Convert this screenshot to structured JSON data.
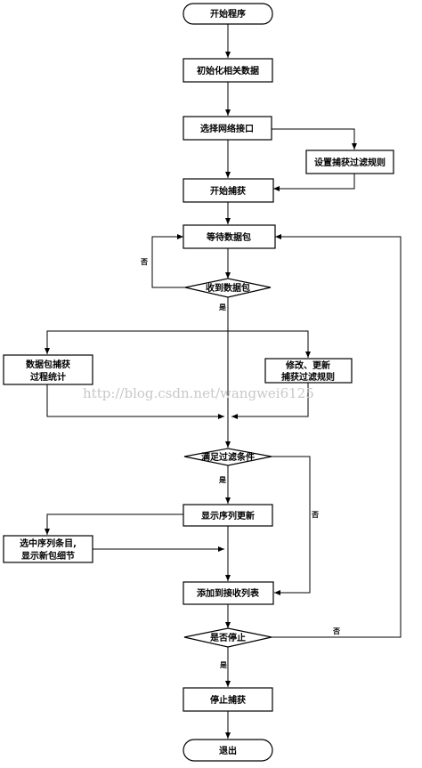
{
  "nodes": {
    "start": "开始程序",
    "init": "初始化相关数据",
    "select_nic": "选择网络接口",
    "set_filter": "设置捕获过滤规则",
    "start_capture": "开始捕获",
    "wait_packet": "等待数据包",
    "received": "收到数据包",
    "stats_1": "数据包捕获",
    "stats_2": "过程统计",
    "modify_1": "修改、更新",
    "modify_2": "捕获过滤规则",
    "filter_cond": "满足过滤条件",
    "show_update": "显示序列更新",
    "select_1": "选中序列条目,",
    "select_2": "显示新包细节",
    "add_list": "添加到接收列表",
    "stop_q": "是否停止",
    "stop_capture": "停止捕获",
    "exit": "退出"
  },
  "edges": {
    "no_received": "否",
    "yes_received": "是",
    "yes_filter": "是",
    "no_filter": "否",
    "no_stop": "否",
    "yes_stop": "是"
  },
  "watermark": "http://blog.csdn.net/wangwei6125"
}
